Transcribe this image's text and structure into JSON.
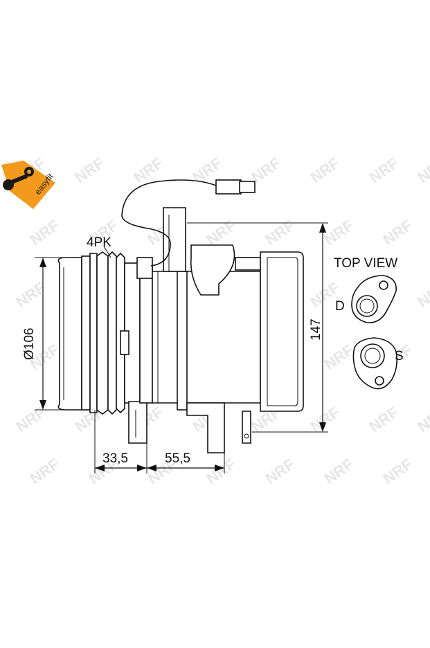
{
  "badge": {
    "text": "easyfit",
    "color": "#f39a1e"
  },
  "watermark": {
    "text": "NRF",
    "color": "#e6e6e6"
  },
  "labels": {
    "pulley": "4PK",
    "diameter": "Ø106",
    "height": "147",
    "width_front": "33,5",
    "width_mount": "55,5",
    "top_view": "TOP VIEW",
    "port_discharge": "D",
    "port_suction": "S"
  }
}
